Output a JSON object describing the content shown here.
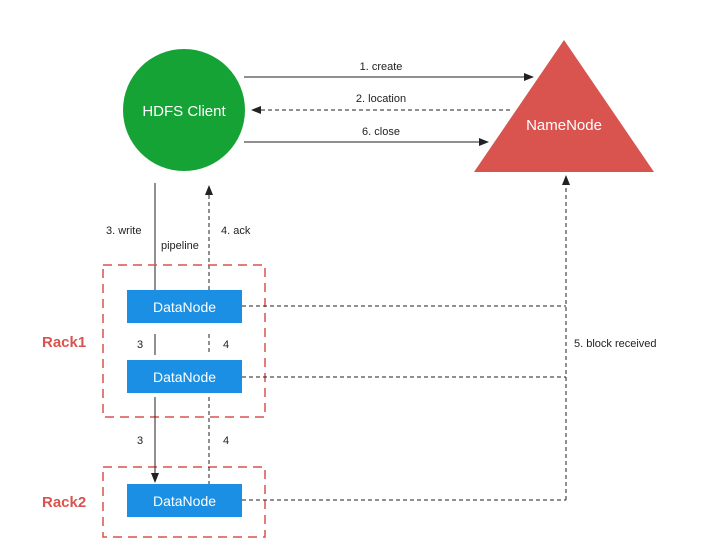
{
  "client": {
    "label": "HDFS Client",
    "color": "#16a335"
  },
  "namenode": {
    "label": "NameNode",
    "color": "#d9534f"
  },
  "datanode": {
    "label": "DataNode",
    "color": "#1a8fe3"
  },
  "racks": [
    {
      "label": "Rack1"
    },
    {
      "label": "Rack2"
    }
  ],
  "arrows": {
    "create": "1. create",
    "location": "2. location",
    "close": "6. close",
    "write": "3. write",
    "pipeline": "pipeline",
    "ack": "4. ack",
    "block_received": "5. block received",
    "r1_write": "3",
    "r1_ack": "4",
    "r2_write": "3",
    "r2_ack": "4"
  },
  "rack_color": "#d9534f"
}
